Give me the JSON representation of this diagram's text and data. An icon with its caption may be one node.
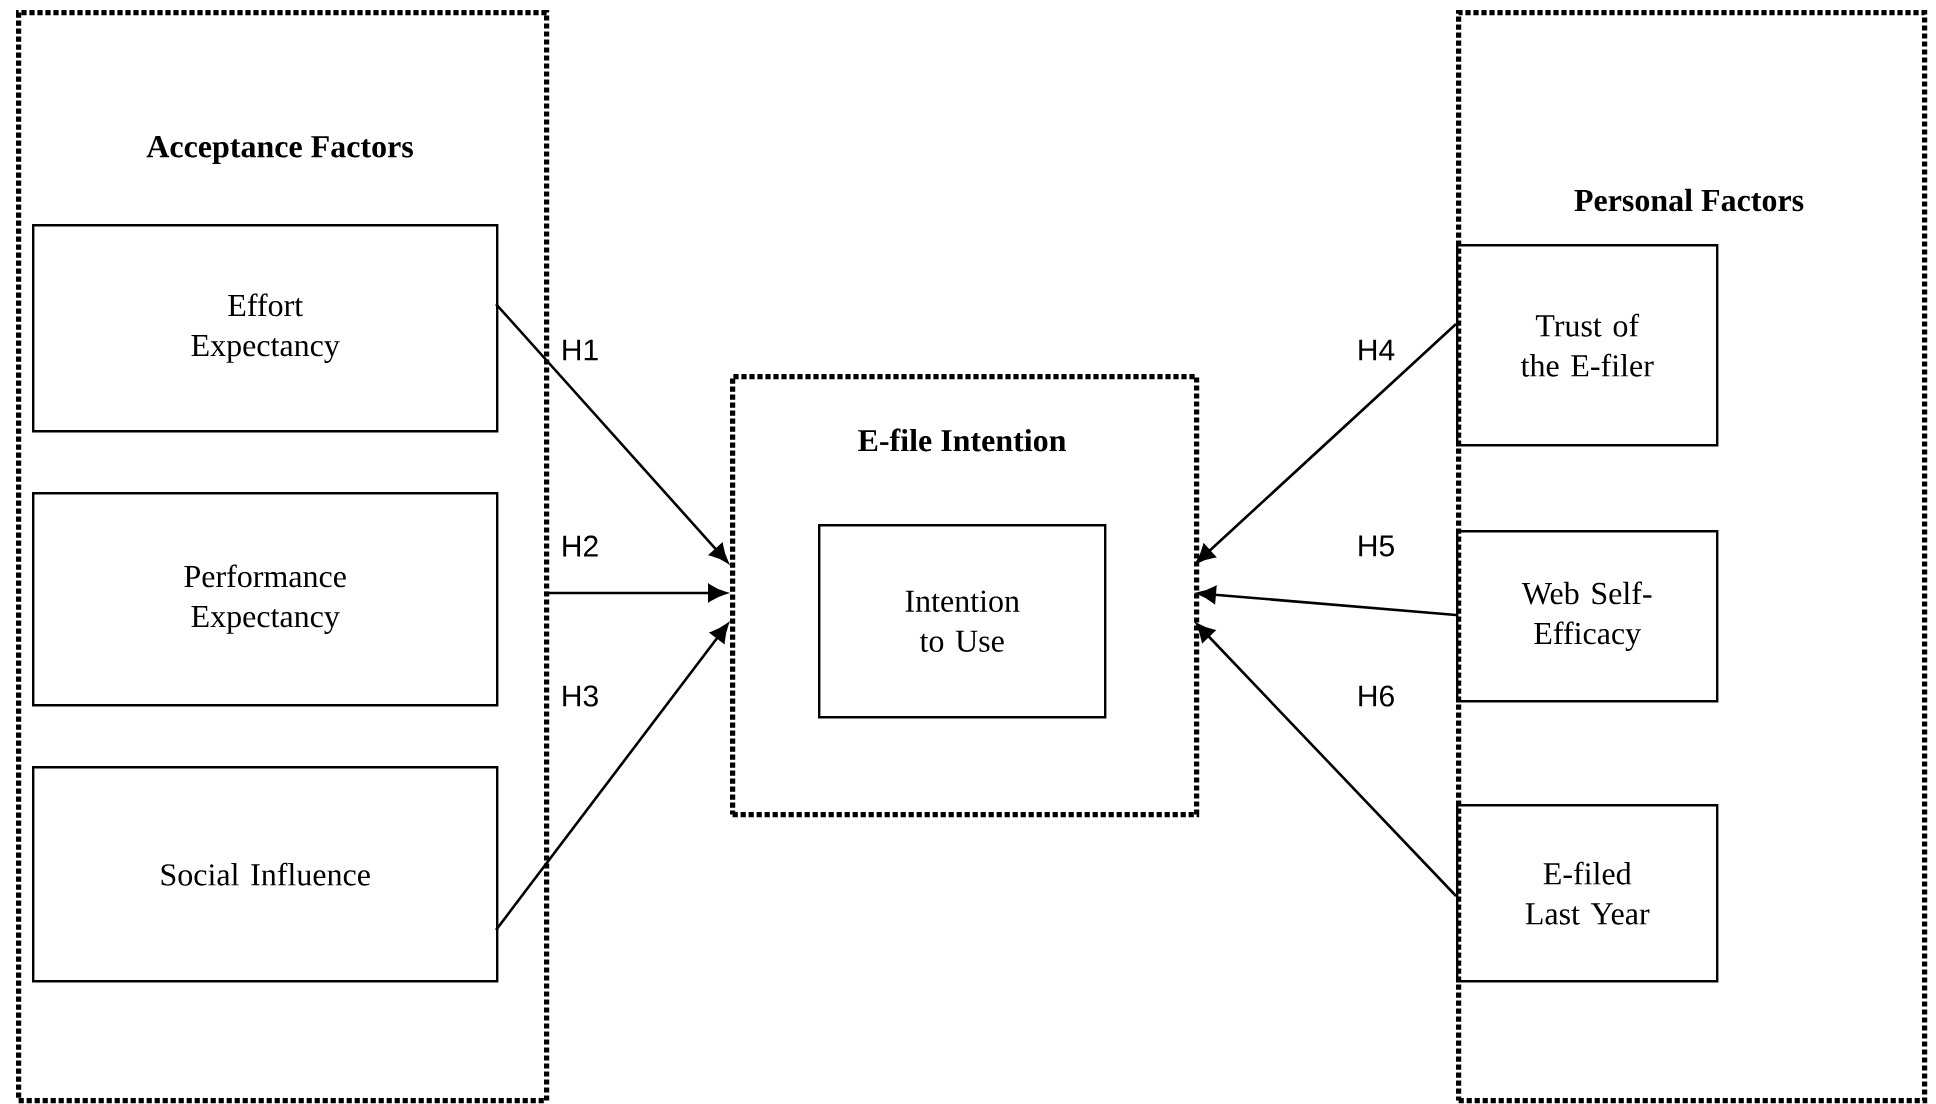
{
  "diagram": {
    "nodes": [
      {
        "text": [
          "Acceptance Factors"
        ]
      },
      {
        "text": [
          "Effort Expectancy"
        ],
        "in": 0
      },
      {
        "text": [
          "Performance Expectancy"
        ],
        "in": 0
      },
      {
        "text": [
          "Social Influence"
        ],
        "in": 0
      },
      {
        "text": [
          "E-file Intention"
        ]
      },
      {
        "text": [
          "Intention to Use"
        ],
        "in": 4
      },
      {
        "text": [
          "Personal Factors"
        ]
      },
      {
        "text": [
          "Trust of the E-filer"
        ],
        "in": 6
      },
      {
        "text": [
          "Web Self-Efficacy"
        ],
        "in": 6
      },
      {
        "text": [
          "E-filed Last Year"
        ],
        "in": 6
      }
    ],
    "edges": [
      {
        "from": 1,
        "to": 4,
        "arrow": "to",
        "label": "H1"
      },
      {
        "from": 0,
        "to": 4,
        "arrow": "to",
        "label": "H2"
      },
      {
        "from": 3,
        "to": 4,
        "arrow": "to",
        "label": "H3"
      },
      {
        "from": 7,
        "to": 4,
        "arrow": "to",
        "label": "H4"
      },
      {
        "from": 8,
        "to": 4,
        "arrow": "to",
        "label": "H5"
      },
      {
        "from": 9,
        "to": 4,
        "arrow": "to",
        "label": "H6"
      }
    ]
  }
}
